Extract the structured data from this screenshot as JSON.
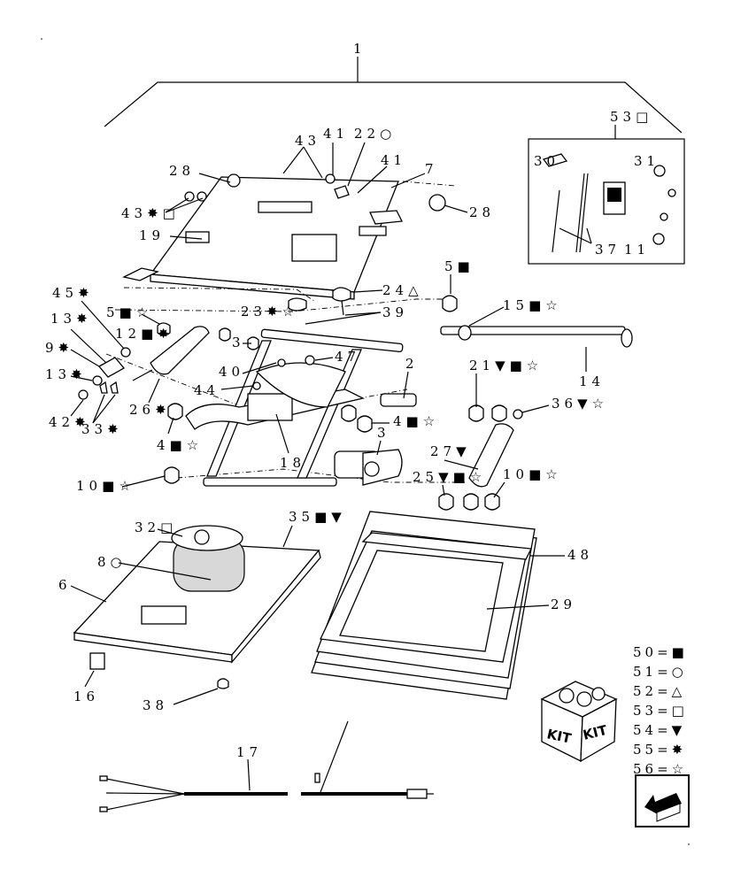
{
  "callouts": {
    "c1": "1",
    "c53b": "53□",
    "c30": "30",
    "c31": "31",
    "c37": "37",
    "c11": "11",
    "c43": "43",
    "c41a": "41",
    "c22": "22○",
    "c41b": "41",
    "c7": "7",
    "c28a": "28",
    "c28b": "28",
    "c43b": "43✸□",
    "c19": "19",
    "c5": "5■",
    "c45": "45✸",
    "c24": "24△",
    "c5b": "5■☆",
    "c23a": "23✸☆",
    "c39": "39",
    "c15": "15■☆",
    "c13a": "13✸",
    "c12": "12■✸",
    "c9": "9✸",
    "c3a": "3",
    "c47": "47",
    "c2": "2",
    "c40": "40",
    "c21": "21▼■☆",
    "c14": "14",
    "c13b": "13✸",
    "c44": "44",
    "c36": "36▼☆",
    "c42": "42✸",
    "c33": "33✸",
    "c26": "26✸",
    "c4a": "4■☆",
    "c4b": "4■☆",
    "c3b": "3",
    "c27": "27▼",
    "c18": "18",
    "c25": "25▼■☆",
    "c10": "10■☆",
    "c10b": "10■☆",
    "c32": "32□",
    "c35": "35■▼",
    "c8": "8○",
    "c48": "48",
    "c6": "6",
    "c29": "29",
    "c16": "16",
    "c38": "38",
    "c17": "17"
  },
  "legend": [
    {
      "num": "50",
      "sym": "■"
    },
    {
      "num": "51",
      "sym": "○"
    },
    {
      "num": "52",
      "sym": "△"
    },
    {
      "num": "53",
      "sym": "□"
    },
    {
      "num": "54",
      "sym": "▼"
    },
    {
      "num": "55",
      "sym": "✸"
    },
    {
      "num": "56",
      "sym": "☆"
    }
  ],
  "kit_text": "KIT"
}
